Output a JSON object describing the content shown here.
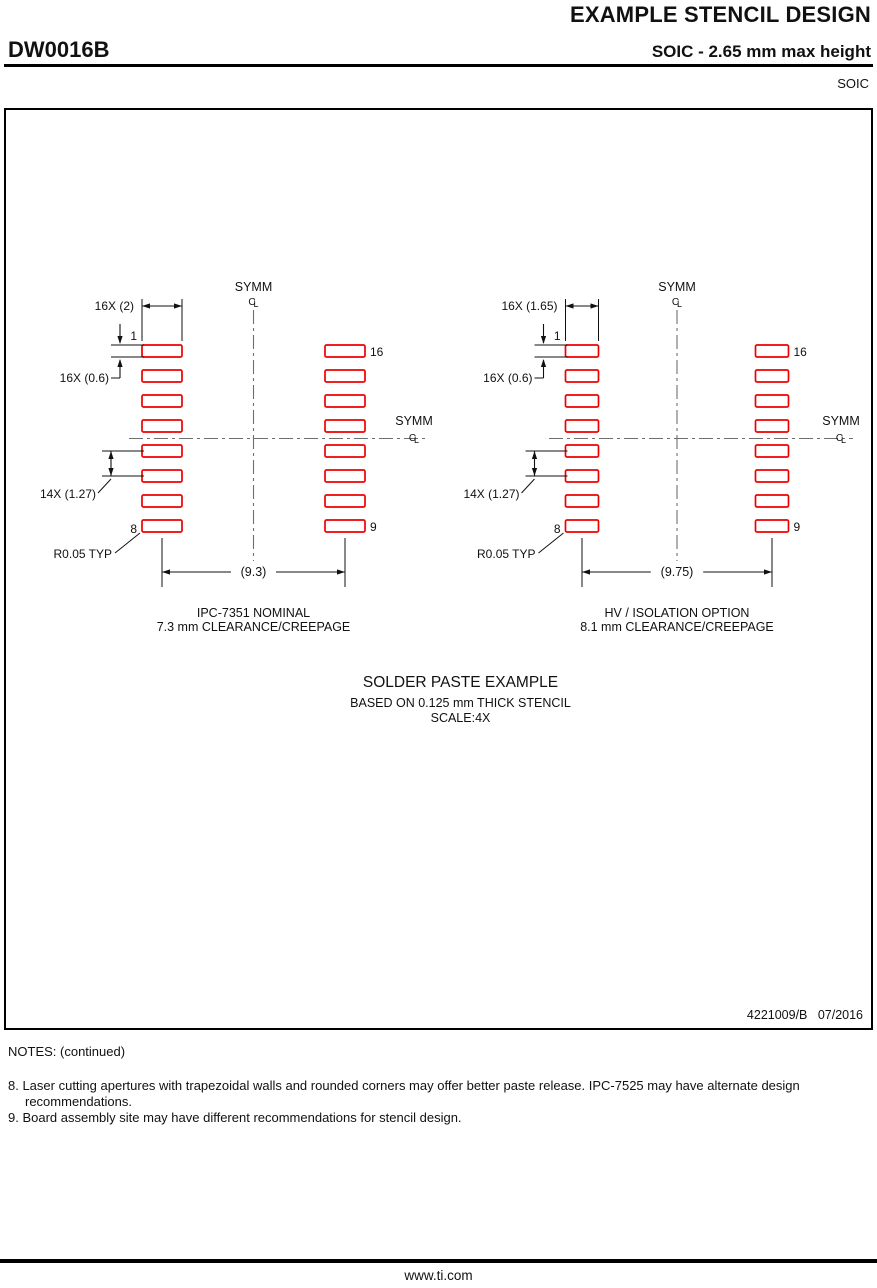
{
  "header": {
    "title": "EXAMPLE STENCIL DESIGN",
    "part_number": "DW0016B",
    "subtitle": "SOIC - 2.65 mm max height",
    "package": "SOIC"
  },
  "drawing": {
    "left": {
      "symm": "SYMM",
      "pad_width": "16X (2)",
      "pad_height": "16X (0.6)",
      "pitch": "14X (1.27)",
      "radius": "R0.05 TYP",
      "span": "(9.3)",
      "pin1": "1",
      "pin8": "8",
      "pin9": "9",
      "pin16": "16",
      "caption1": "IPC-7351 NOMINAL",
      "caption2": "7.3 mm CLEARANCE/CREEPAGE"
    },
    "right": {
      "symm": "SYMM",
      "pad_width": "16X (1.65)",
      "pad_height": "16X (0.6)",
      "pitch": "14X (1.27)",
      "radius": "R0.05 TYP",
      "span": "(9.75)",
      "pin1": "1",
      "pin8": "8",
      "pin9": "9",
      "pin16": "16",
      "caption1": "HV / ISOLATION OPTION",
      "caption2": "8.1 mm CLEARANCE/CREEPAGE"
    },
    "solder": {
      "title": "SOLDER PASTE EXAMPLE",
      "line1": "BASED ON 0.125 mm THICK STENCIL",
      "line2": "SCALE:4X"
    },
    "doc_number": "4221009/B   07/2016",
    "colors": {
      "pad": "#ee0000",
      "centerline": "#6e6e6e",
      "line": "#111111"
    }
  },
  "notes": {
    "heading": "NOTES: (continued)",
    "items": [
      "8. Laser cutting apertures with trapezoidal walls and rounded corners may offer better paste release. IPC-7525 may have alternate design recommendations.",
      "9. Board assembly site may have different recommendations for stencil design."
    ]
  },
  "footer": {
    "url": "www.ti.com"
  }
}
